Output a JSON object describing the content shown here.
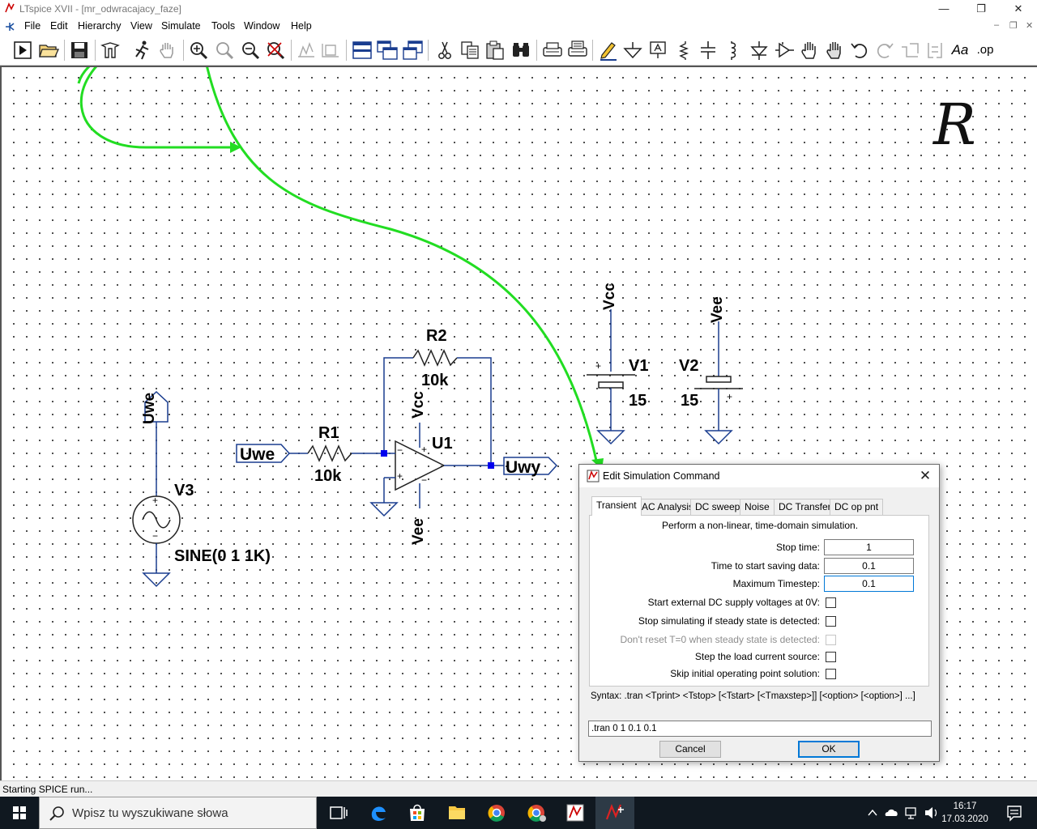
{
  "window": {
    "title": "LTspice XVII - [mr_odwracajacy_faze]",
    "controls": {
      "minimize": "—",
      "restore": "❐",
      "close": "✕"
    }
  },
  "menubar": {
    "items": [
      "File",
      "Edit",
      "Hierarchy",
      "View",
      "Simulate",
      "Tools",
      "Window",
      "Help"
    ],
    "mdi_controls": {
      "minimize": "–",
      "restore": "❐",
      "close": "✕"
    }
  },
  "toolbar": {
    "buttons": [
      "run",
      "open",
      "save",
      "control-panel",
      "halt",
      "pan",
      "zoom-in",
      "zoom-area",
      "zoom-out",
      "zoom-fit",
      "autorange-v",
      "autorange-h",
      "tile",
      "cascade",
      "close-window",
      "cut",
      "copy",
      "paste",
      "find",
      "print-setup",
      "print",
      "wire",
      "ground",
      "label",
      "resistor",
      "capacitor",
      "inductor",
      "diode",
      "component",
      "move",
      "drag",
      "undo",
      "redo",
      "rotate",
      "mirror",
      "text",
      "spice-directive"
    ],
    "text_glyphs": {
      "text": "Aa",
      "spice-directive": ".op"
    }
  },
  "schematic": {
    "logo_glyph": "R",
    "nets": {
      "input": "Uwe",
      "output": "Uwy",
      "vcc": "Vcc",
      "vee": "Vee"
    },
    "components": {
      "R1": {
        "name": "R1",
        "value": "10k"
      },
      "R2": {
        "name": "R2",
        "value": "10k"
      },
      "U1": {
        "name": "U1"
      },
      "V1": {
        "name": "V1",
        "value": "15"
      },
      "V2": {
        "name": "V2",
        "value": "15"
      },
      "V3": {
        "name": "V3",
        "value": "SINE(0 1 1K)"
      }
    },
    "pin_marks": {
      "plus": "+",
      "minus": "−"
    },
    "annotation_color": "#22dd22"
  },
  "dialog": {
    "title": "Edit Simulation Command",
    "tabs": [
      "Transient",
      "AC Analysis",
      "DC sweep",
      "Noise",
      "DC Transfer",
      "DC op pnt"
    ],
    "active_tab": "Transient",
    "description": "Perform a non-linear, time-domain simulation.",
    "fields": [
      {
        "label": "Stop time:",
        "value": "1"
      },
      {
        "label": "Time to start saving data:",
        "value": "0.1"
      },
      {
        "label": "Maximum Timestep:",
        "value": "0.1"
      }
    ],
    "checkboxes": [
      {
        "label": "Start external DC supply voltages at 0V:",
        "checked": false,
        "enabled": true
      },
      {
        "label": "Stop simulating if steady state is detected:",
        "checked": false,
        "enabled": true
      },
      {
        "label": "Don't reset T=0 when steady state is detected:",
        "checked": false,
        "enabled": false
      },
      {
        "label": "Step the load current source:",
        "checked": false,
        "enabled": true
      },
      {
        "label": "Skip initial operating point solution:",
        "checked": false,
        "enabled": true
      }
    ],
    "syntax": "Syntax:  .tran <Tprint> <Tstop> [<Tstart> [<Tmaxstep>]] [<option> [<option>] ...]",
    "command": ".tran 0 1 0.1 0.1",
    "cancel_label": "Cancel",
    "ok_label": "OK",
    "close_glyph": "✕"
  },
  "statusbar": {
    "text": "Starting SPICE run..."
  },
  "taskbar": {
    "search_placeholder": "Wpisz tu wyszukiwane słowa",
    "apps": [
      "task-view",
      "edge",
      "store",
      "file-explorer",
      "chrome",
      "chrome-profile",
      "ltspice-doc",
      "ltspice"
    ],
    "clock_time": "16:17",
    "clock_date": "17.03.2020"
  }
}
